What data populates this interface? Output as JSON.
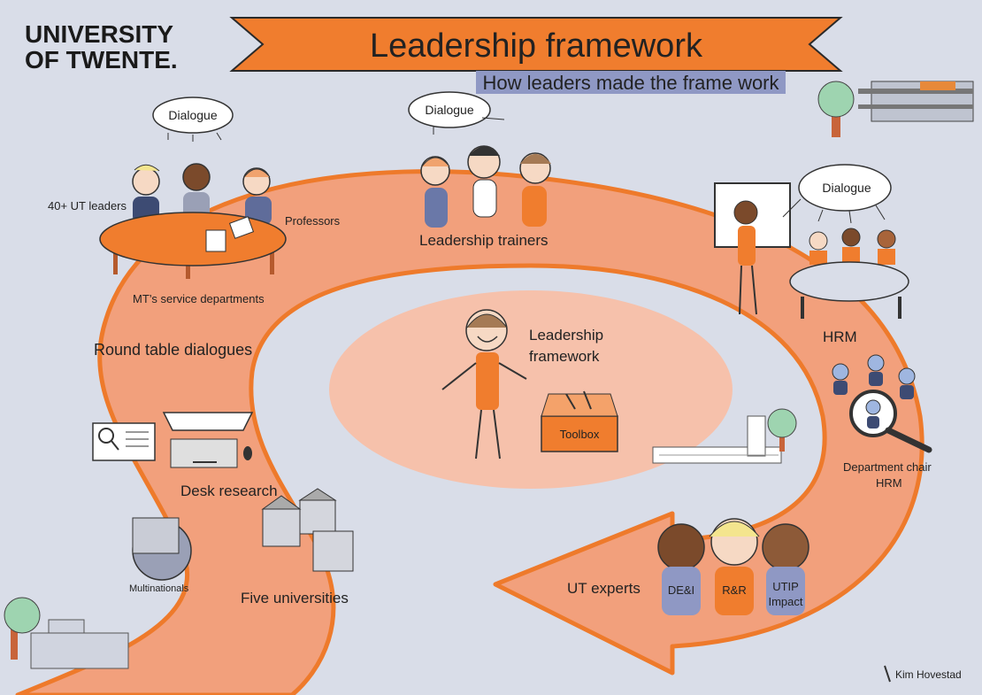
{
  "logo": {
    "line1": "UNIVERSITY",
    "line2": "OF TWENTE."
  },
  "title": "Leadership framework",
  "subtitle": "How leaders made the frame work",
  "bubbles": {
    "roundtable": "Dialogue",
    "trainers": "Dialogue",
    "hrm": "Dialogue"
  },
  "labels": {
    "ut_leaders": "40+ UT leaders",
    "professors": "Professors",
    "mt_service": "MT’s service departments",
    "round_table": "Round table dialogues",
    "trainers": "Leadership trainers",
    "hrm": "HRM",
    "dept_chair_1": "Department chair",
    "dept_chair_2": "HRM",
    "desk_research": "Desk research",
    "multinationals": "Multinationals",
    "five_universities": "Five universities",
    "ut_experts": "UT experts",
    "center_1": "Leadership",
    "center_2": "framework",
    "toolbox": "Toolbox"
  },
  "experts": [
    "DE&I",
    "R&R",
    "UTIP",
    "Impact"
  ],
  "signature": "Kim Hovestad",
  "colors": {
    "orange": "#f07d2e",
    "path": "#f2a07c",
    "center": "#f6c1ab",
    "banner_sub": "#8f98c4",
    "background": "#d9dde8"
  }
}
